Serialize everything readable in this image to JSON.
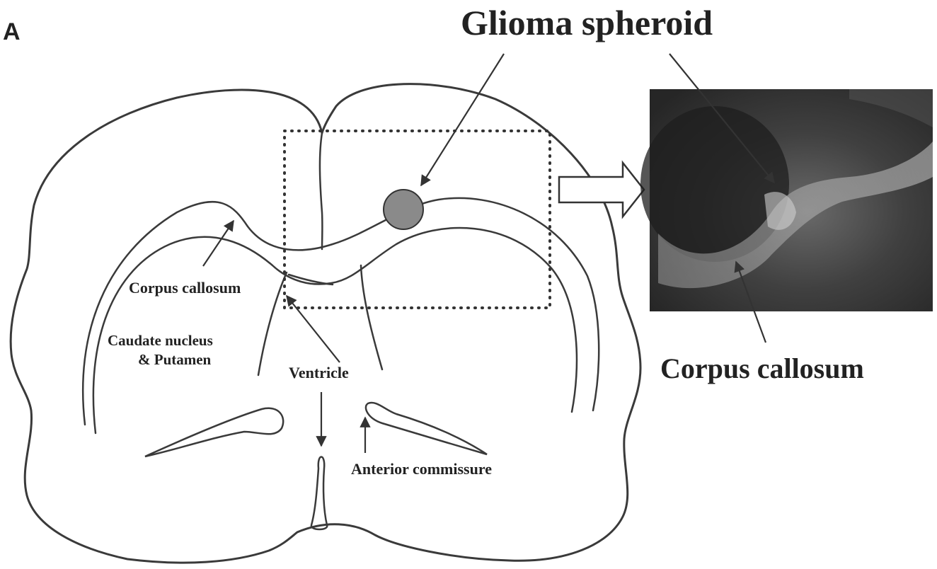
{
  "panel_label": "A",
  "labels": {
    "glioma_spheroid": "Glioma spheroid",
    "corpus_callosum_inset": "Corpus callosum",
    "corpus_callosum": "Corpus callosum",
    "caudate_nucleus_line1": "Caudate nucleus",
    "caudate_nucleus_line2": "& Putamen",
    "ventricle": "Ventricle",
    "anterior_commissure": "Anterior commissure"
  },
  "colors": {
    "outline": "#3a3a3a",
    "spheroid_fill": "#8a8a8a",
    "dotted_box": "#333333",
    "inset_dark": "#2e2e2e"
  }
}
